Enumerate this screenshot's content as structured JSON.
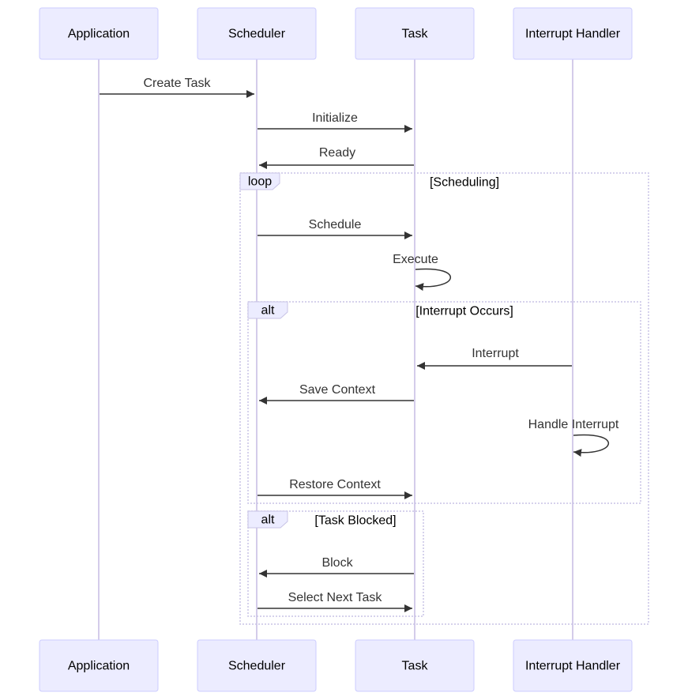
{
  "participants": [
    {
      "id": "app",
      "label": "Application"
    },
    {
      "id": "sched",
      "label": "Scheduler"
    },
    {
      "id": "task",
      "label": "Task"
    },
    {
      "id": "irq",
      "label": "Interrupt Handler"
    }
  ],
  "messages": [
    {
      "from": "app",
      "to": "sched",
      "label": "Create Task"
    },
    {
      "from": "sched",
      "to": "task",
      "label": "Initialize"
    },
    {
      "from": "task",
      "to": "sched",
      "label": "Ready"
    },
    {
      "from": "sched",
      "to": "task",
      "label": "Schedule"
    },
    {
      "from": "task",
      "to": "task",
      "label": "Execute"
    },
    {
      "from": "irq",
      "to": "task",
      "label": "Interrupt"
    },
    {
      "from": "task",
      "to": "sched",
      "label": "Save Context"
    },
    {
      "from": "irq",
      "to": "irq",
      "label": "Handle Interrupt"
    },
    {
      "from": "sched",
      "to": "task",
      "label": "Restore Context"
    },
    {
      "from": "task",
      "to": "sched",
      "label": "Block"
    },
    {
      "from": "sched",
      "to": "task",
      "label": "Select Next Task"
    }
  ],
  "frames": [
    {
      "kind": "loop",
      "condition": "[Scheduling]"
    },
    {
      "kind": "alt",
      "condition": "[Interrupt Occurs]"
    },
    {
      "kind": "alt",
      "condition": "[Task Blocked]"
    }
  ],
  "colors": {
    "actor_fill": "#ECECFF",
    "actor_stroke": "#CCCCFF",
    "lifeline": "#D4CCEA",
    "message": "#333333",
    "frame_border": "#C8C3E6"
  }
}
